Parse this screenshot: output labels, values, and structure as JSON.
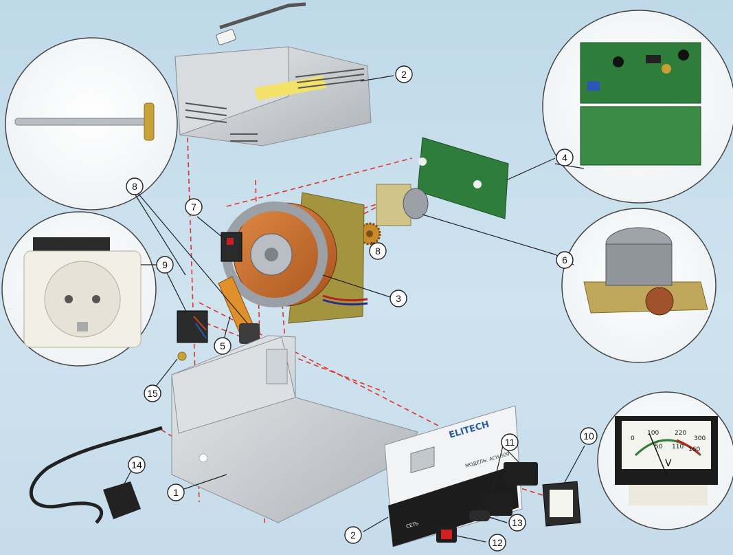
{
  "callouts": [
    {
      "id": "1",
      "label": "1"
    },
    {
      "id": "2a",
      "label": "2"
    },
    {
      "id": "2b",
      "label": "2"
    },
    {
      "id": "3",
      "label": "3"
    },
    {
      "id": "4",
      "label": "4"
    },
    {
      "id": "5",
      "label": "5"
    },
    {
      "id": "6",
      "label": "6"
    },
    {
      "id": "7",
      "label": "7"
    },
    {
      "id": "8a",
      "label": "8"
    },
    {
      "id": "8b",
      "label": "8"
    },
    {
      "id": "9",
      "label": "9"
    },
    {
      "id": "10",
      "label": "10"
    },
    {
      "id": "11",
      "label": "11"
    },
    {
      "id": "12",
      "label": "12"
    },
    {
      "id": "13",
      "label": "13"
    },
    {
      "id": "14",
      "label": "14"
    },
    {
      "id": "15",
      "label": "15"
    }
  ],
  "front_panel": {
    "brand": "ELITECH",
    "model": "МОДЕЛЬ: АСН 500",
    "switch_label": "СЕТЬ"
  },
  "meter": {
    "scale_top": [
      "100",
      "220",
      "300"
    ],
    "scale_bottom": [
      "50",
      "110",
      "160"
    ],
    "unit": "V",
    "zero": "0"
  },
  "colors": {
    "background": "#c6dcea",
    "callout_stroke": "#222222",
    "dashed_leader": "#e0312b",
    "transformer_copper": "#c8692a",
    "pcb_green": "#2f7d3a"
  }
}
